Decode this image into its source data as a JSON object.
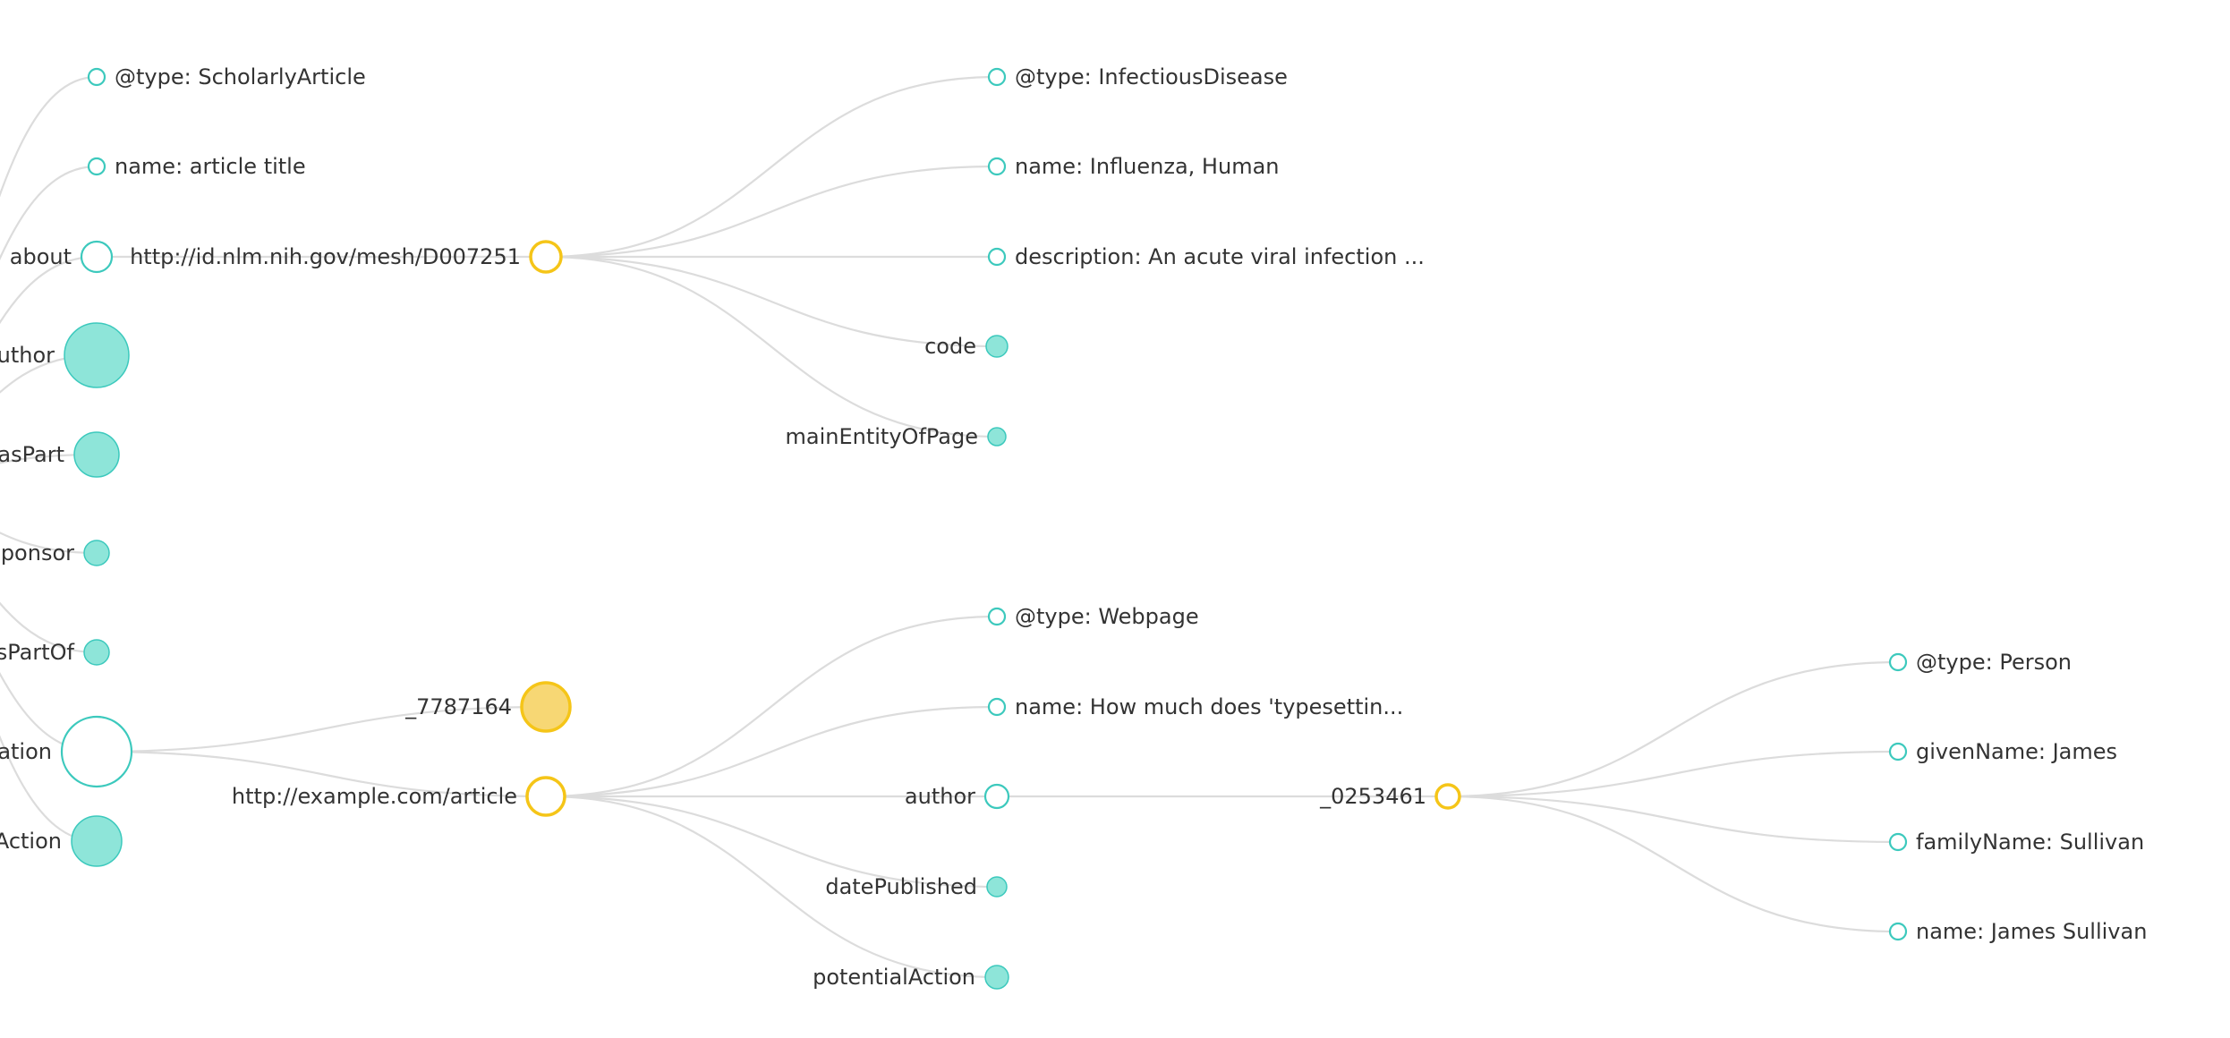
{
  "colors": {
    "teal": "#3cc9bd",
    "teal_fill": "#8ee5d9",
    "gold": "#f5c518",
    "gold_fill": "#f7d774",
    "link": "#dcdcdc",
    "text": "#333333"
  },
  "nodes": {
    "type_scholarly": "@type: ScholarlyArticle",
    "name_article": "name: article title",
    "about": "about",
    "mesh_uri": "http://id.nlm.nih.gov/mesh/D007251",
    "type_infectious": "@type: InfectiousDisease",
    "name_influenza": "name: Influenza, Human",
    "description": "description: An acute viral infection ...",
    "code": "code",
    "main_entity": "mainEntityOfPage",
    "author_left": "uthor",
    "has_part": "asPart",
    "sponsor": "sponsor",
    "is_part_of": "sPartOf",
    "citation": "tation",
    "action_left": "Action",
    "id_7787164": "_7787164",
    "example_uri": "http://example.com/article",
    "type_webpage": "@type: Webpage",
    "name_typesetting": "name: How much does 'typesettin...",
    "author_mid": "author",
    "date_published": "datePublished",
    "potential_action": "potentialAction",
    "id_0253461": "_0253461",
    "type_person": "@type: Person",
    "given_name": "givenName: James",
    "family_name": "familyName: Sullivan",
    "full_name": "name: James Sullivan"
  }
}
